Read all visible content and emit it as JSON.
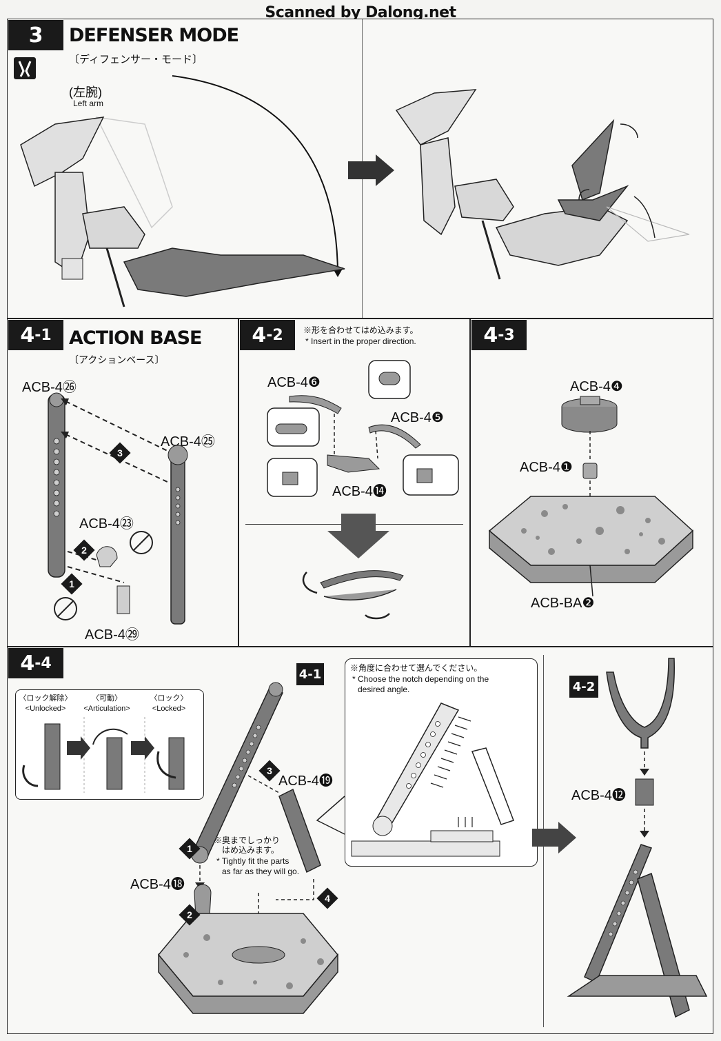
{
  "header": {
    "site_title": "Scanned by Dalong.net"
  },
  "colors": {
    "part_gray": "#7a7a7a",
    "part_light": "#d8d8d8",
    "badge_bg": "#1a1a1a",
    "paper": "#f8f8f6"
  },
  "step3": {
    "number": "3",
    "title": "DEFENSER MODE",
    "subtitle": "〔ディフェンサー・モード〕",
    "icon": "nipper-tool-icon",
    "part_label_jp": "(左腕)",
    "part_label_en": "Left arm"
  },
  "step41": {
    "num_main": "4",
    "num_sub": "-1",
    "title": "ACTION BASE",
    "subtitle": "〔アクションベース〕",
    "labels": {
      "a": "ACB-4㉖",
      "b": "ACB-4㉕",
      "c": "ACB-4㉓",
      "d": "ACB-4㉙"
    },
    "steps": [
      "3",
      "2",
      "1"
    ]
  },
  "step42": {
    "num_main": "4",
    "num_sub": "-2",
    "note_jp": "※形を合わせてはめ込みます。",
    "note_en": "* Insert in the proper direction.",
    "labels": {
      "a": "ACB-4❻",
      "b": "ACB-4❺",
      "c": "ACB-4⓮"
    }
  },
  "step43": {
    "num_main": "4",
    "num_sub": "-3",
    "labels": {
      "a": "ACB-4❹",
      "b": "ACB-4❶",
      "c": "ACB-BA❷"
    }
  },
  "step44": {
    "num_main": "4",
    "num_sub": "-4",
    "lock_states": [
      {
        "jp": "〈ロック解除〉",
        "en": "<Unlocked>"
      },
      {
        "jp": "〈可動〉",
        "en": "<Articulation>"
      },
      {
        "jp": "〈ロック〉",
        "en": "<Locked>"
      }
    ],
    "ref_badge_41": "4-1",
    "ref_badge_42": "4-2",
    "labels": {
      "a": "ACB-4⓳",
      "b": "ACB-4⓲",
      "c": "ACB-4⓬"
    },
    "fit_note_jp_1": "※奥までしっかり",
    "fit_note_jp_2": "はめ込みます。",
    "fit_note_en_1": "* Tightly fit the parts",
    "fit_note_en_2": "as far as they will go.",
    "angle_note_jp": "※角度に合わせて選んでください。",
    "angle_note_en_1": "* Choose the notch depending on the",
    "angle_note_en_2": "desired angle.",
    "steps": [
      "3",
      "1",
      "2",
      "4"
    ]
  }
}
